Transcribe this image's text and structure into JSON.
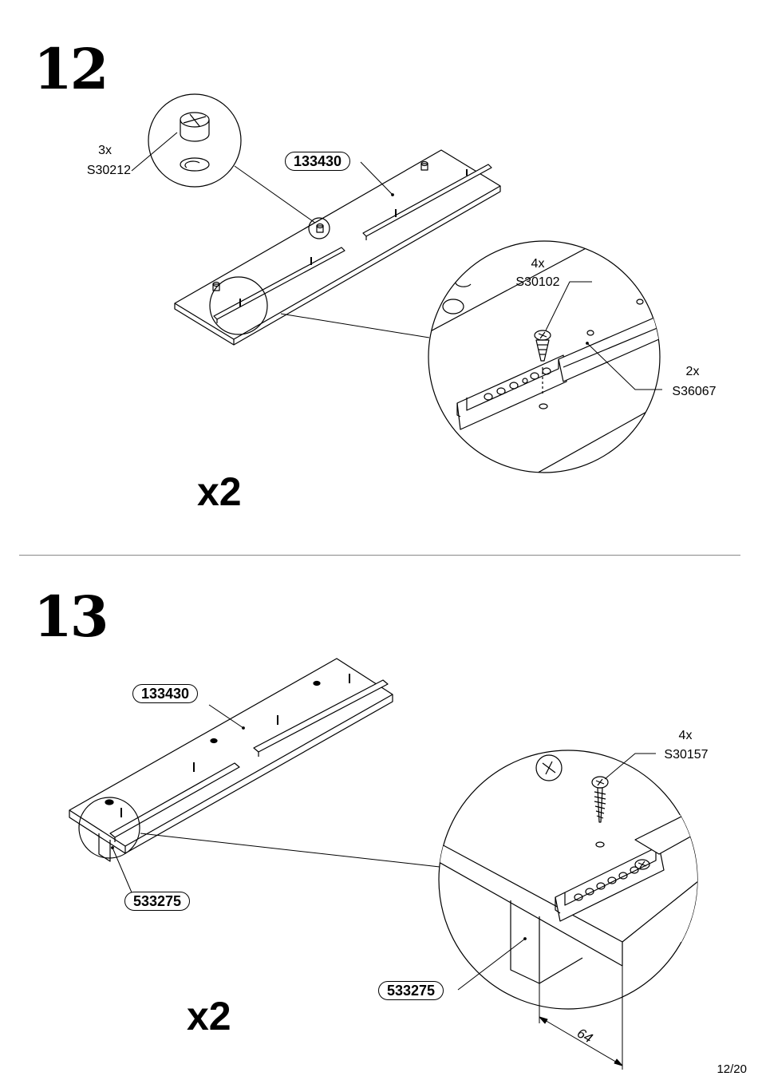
{
  "steps": [
    {
      "number": "12",
      "multiplier": "x2",
      "part_label": "133430",
      "callouts": [
        {
          "qty": "3x",
          "code": "S30212"
        },
        {
          "qty": "4x",
          "code": "S30102"
        },
        {
          "qty": "2x",
          "code": "S36067"
        }
      ]
    },
    {
      "number": "13",
      "multiplier": "x2",
      "part_label": "133430",
      "leg_label": "533275",
      "detail_leg_label": "533275",
      "callouts": [
        {
          "qty": "4x",
          "code": "S30157"
        }
      ],
      "dimension": "64"
    }
  ],
  "page": "12/20"
}
